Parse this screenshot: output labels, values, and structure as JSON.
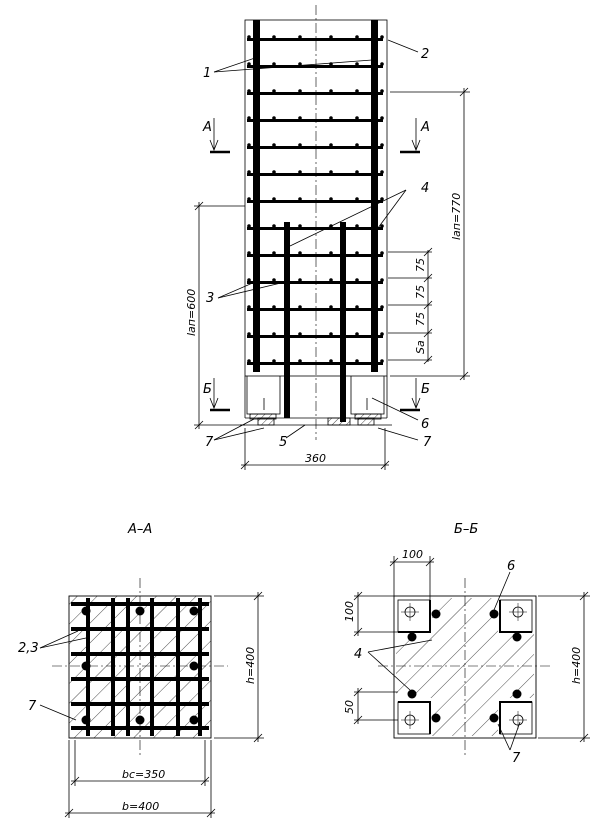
{
  "elevation": {
    "labels": {
      "l1": "1",
      "l2": "2",
      "l3": "3",
      "l4": "4",
      "l5": "5",
      "l6": "6",
      "l7a": "7",
      "l7b": "7"
    },
    "section_marks": {
      "a_left": "А",
      "a_right": "А",
      "b_left": "Б",
      "b_right": "Б"
    },
    "dims": {
      "lan_770": "lап=770",
      "lan_600": "lап=600",
      "s75a": "75",
      "s75b": "75",
      "s75c": "75",
      "sa": "Sа",
      "w360": "360"
    }
  },
  "section_aa": {
    "title": "А–А",
    "labels": {
      "l23": "2,3",
      "l7": "7"
    },
    "dims": {
      "h": "h=400",
      "bc": "bc=350",
      "b": "b=400"
    }
  },
  "section_bb": {
    "title": "Б–Б",
    "labels": {
      "l4": "4",
      "l6": "6",
      "l7": "7"
    },
    "dims": {
      "d100top": "100",
      "d100left": "100",
      "d50": "50",
      "h": "h=400"
    }
  }
}
